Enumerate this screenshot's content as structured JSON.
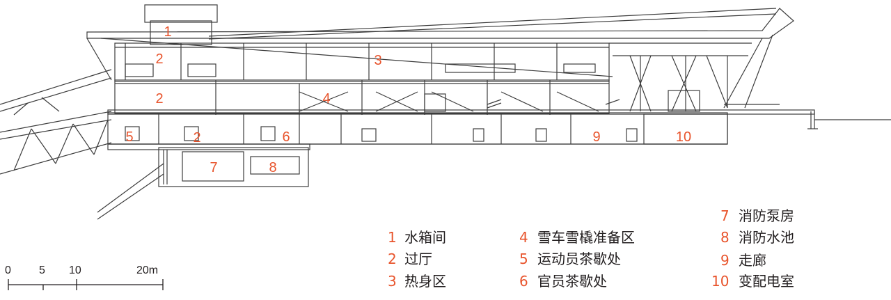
{
  "colors": {
    "line": "#3c3c3c",
    "label": "#e8542c",
    "text": "#231f20"
  },
  "plan_labels": [
    "1",
    "2",
    "2",
    "2",
    "3",
    "4",
    "5",
    "6",
    "7",
    "8",
    "9",
    "10"
  ],
  "legend": [
    {
      "num": "1",
      "text": "水箱间"
    },
    {
      "num": "2",
      "text": "过厅"
    },
    {
      "num": "3",
      "text": "热身区"
    },
    {
      "num": "4",
      "text": "雪车雪橇准备区"
    },
    {
      "num": "5",
      "text": "运动员茶歇处"
    },
    {
      "num": "6",
      "text": "官员茶歇处"
    },
    {
      "num": "7",
      "text": "消防泵房"
    },
    {
      "num": "8",
      "text": "消防水池"
    },
    {
      "num": "9",
      "text": "走廊"
    },
    {
      "num": "10",
      "text": "变配电室"
    }
  ],
  "scale_bar": {
    "ticks": [
      "0",
      "5",
      "10",
      "20m"
    ]
  }
}
